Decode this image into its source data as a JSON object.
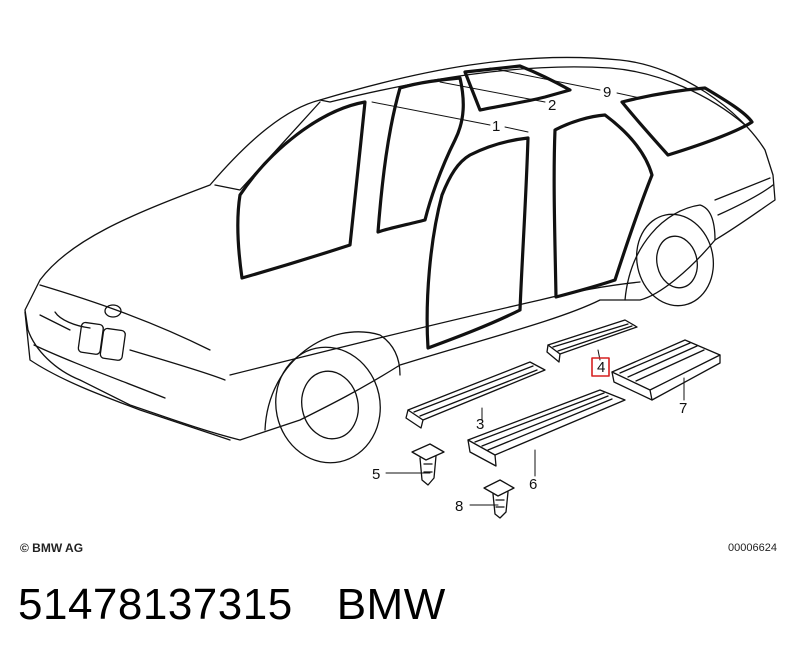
{
  "diagram": {
    "copyright": "© BMW AG",
    "document_number": "00006624",
    "highlighted_callout": "4",
    "highlight_color": "#d62020",
    "callouts": [
      {
        "id": "c1",
        "label": "1"
      },
      {
        "id": "c2",
        "label": "2"
      },
      {
        "id": "c3",
        "label": "3"
      },
      {
        "id": "c4",
        "label": "4"
      },
      {
        "id": "c5",
        "label": "5"
      },
      {
        "id": "c6",
        "label": "6"
      },
      {
        "id": "c7",
        "label": "7"
      },
      {
        "id": "c8",
        "label": "8"
      },
      {
        "id": "c9",
        "label": "9"
      }
    ]
  },
  "footer": {
    "part_number": "51478137315",
    "brand": "BMW"
  }
}
